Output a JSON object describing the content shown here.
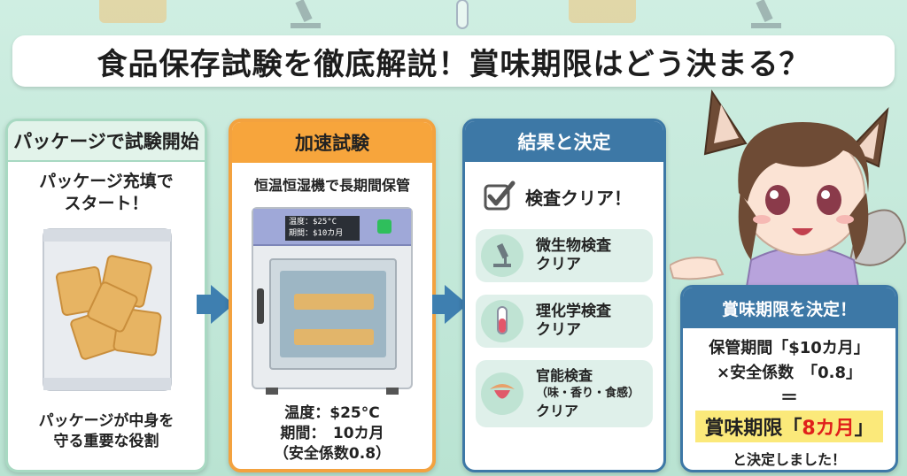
{
  "title": "食品保存試験を徹底解説！賞味期限はどう決まる？",
  "panel1": {
    "header": "パッケージで試験開始",
    "lead_line1": "パッケージ充填で",
    "lead_line2": "スタート！",
    "foot_line1": "パッケージが中身を",
    "foot_line2": "守る重要な役割"
  },
  "panel2": {
    "header": "加速試験",
    "lead": "恒温恒湿機で長期間保管",
    "display_line1": "温度：$25°C",
    "display_line2": "期間：$10カ月",
    "info_line1": "温度：$25°C",
    "info_line2": "期間：　10カ月",
    "info_line3": "（安全係数0.8）"
  },
  "panel3": {
    "header": "結果と決定",
    "check_label": "検査クリア！",
    "items": [
      {
        "line1": "微生物検査",
        "line2": "クリア",
        "icon": "microscope-icon"
      },
      {
        "line1": "理化学検査",
        "line2": "クリア",
        "icon": "test-tube-icon"
      },
      {
        "line1": "官能検査",
        "line2": "（味・香り・食感）",
        "line3": "クリア",
        "icon": "tongue-icon"
      }
    ]
  },
  "decision": {
    "header": "賞味期限を決定！",
    "line1": "保管期間「$10カ月」",
    "line2": "×安全係数　「0.8」",
    "equals": "＝",
    "result_prefix": "賞味期限「",
    "result_value": "8カ月",
    "result_suffix": "」",
    "closing": "と決定しました！"
  },
  "colors": {
    "background": "#bfe6d8",
    "orange": "#f7a53c",
    "blue": "#3d78a6",
    "green_border": "#a8d9c2",
    "highlight": "#fbe97a",
    "red": "#e0201b"
  }
}
